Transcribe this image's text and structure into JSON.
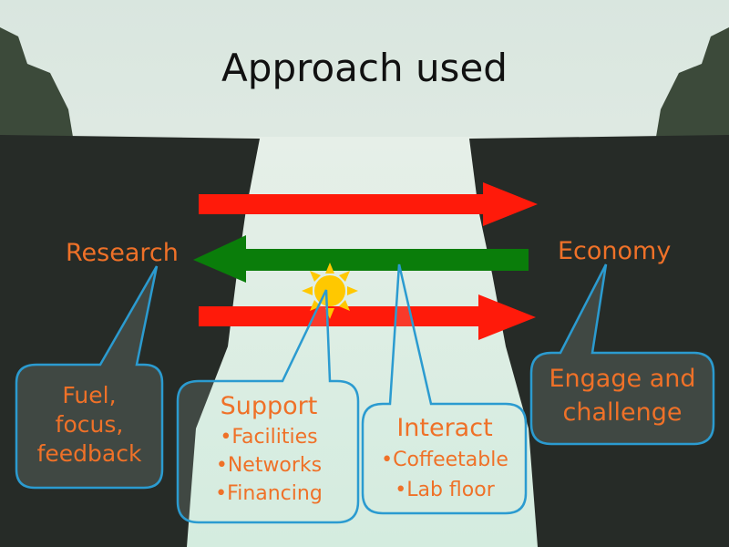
{
  "title": "Approach used",
  "left_label": "Research",
  "right_label": "Economy",
  "callouts": {
    "research": {
      "lines": [
        "Fuel,",
        "focus,",
        "feedback"
      ]
    },
    "support": {
      "heading": "Support",
      "items": [
        "•Facilities",
        "•Networks",
        "•Financing"
      ]
    },
    "interact": {
      "heading": "Interact",
      "items": [
        "•Coffeetable",
        "•Lab floor"
      ]
    },
    "economy": {
      "lines": [
        "Engage and",
        "challenge"
      ]
    }
  },
  "colors": {
    "text": "#ef7128",
    "callout_border": "#2b9bd0",
    "red_arrow": "#ff1a0a",
    "green_arrow": "#0a7d0a",
    "sun": "#ffc800"
  }
}
